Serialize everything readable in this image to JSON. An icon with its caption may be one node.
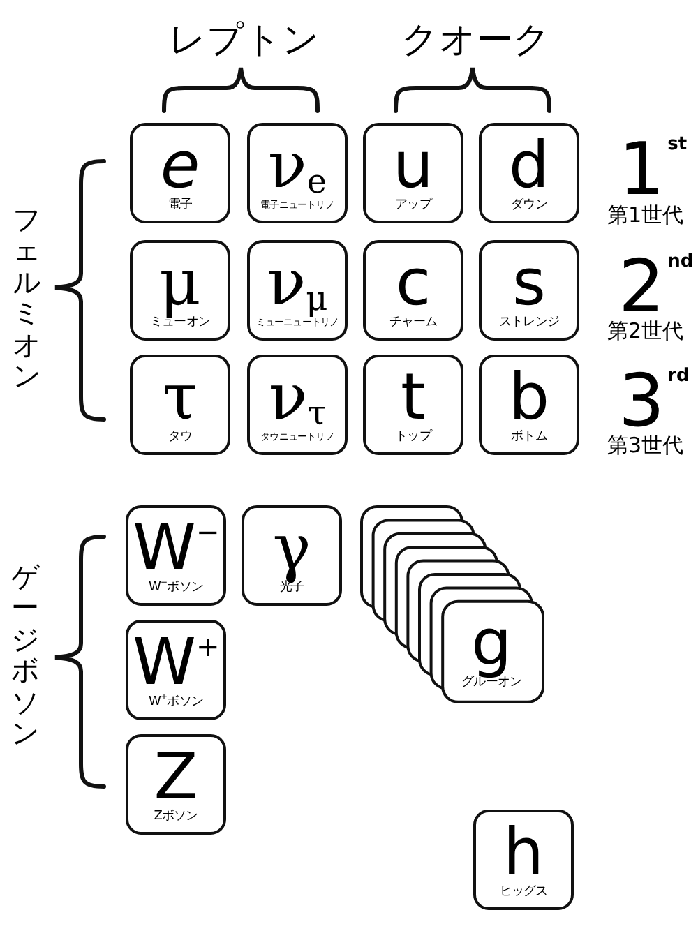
{
  "diagram": {
    "nodes": [
      {
        "text": [
          "e",
          "電子"
        ]
      },
      {
        "text": [
          "ν$_{e}$",
          "電子ニュートリノ"
        ]
      },
      {
        "text": [
          "u",
          "アップ"
        ]
      },
      {
        "text": [
          "d",
          "ダウン"
        ]
      },
      {
        "text": [
          "μ",
          "ミューオン"
        ]
      },
      {
        "text": [
          "ν$_{μ}$",
          "ミューニュートリノ"
        ]
      },
      {
        "text": [
          "c",
          "チャーム"
        ]
      },
      {
        "text": [
          "s",
          "ストレンジ"
        ]
      },
      {
        "text": [
          "τ",
          "タウ"
        ]
      },
      {
        "text": [
          "ν$_{τ}$",
          "タウニュートリノ"
        ]
      },
      {
        "text": [
          "t",
          "トップ"
        ]
      },
      {
        "text": [
          "b",
          "ボトム"
        ]
      },
      {
        "text": [
          "W$^{−}$",
          "W$^{−}$ボソン"
        ]
      },
      {
        "text": [
          "γ",
          "光子"
        ]
      },
      {
        "text": [
          "g",
          "グルーオン"
        ]
      },
      {
        "text": [
          "W$^{+}$",
          "W$^{+}$ボソン"
        ]
      },
      {
        "text": [
          "Z",
          "Zボソン"
        ]
      },
      {
        "text": [
          "h",
          "ヒッグス"
        ]
      }
    ],
    "labels": [
      "レプトン",
      "クオーク",
      "フェルミオン",
      "1$^{st}$",
      "第1世代",
      "2$^{nd}$",
      "第2世代",
      "3$^{rd}$",
      "第3世代",
      "ゲージボソン"
    ]
  }
}
